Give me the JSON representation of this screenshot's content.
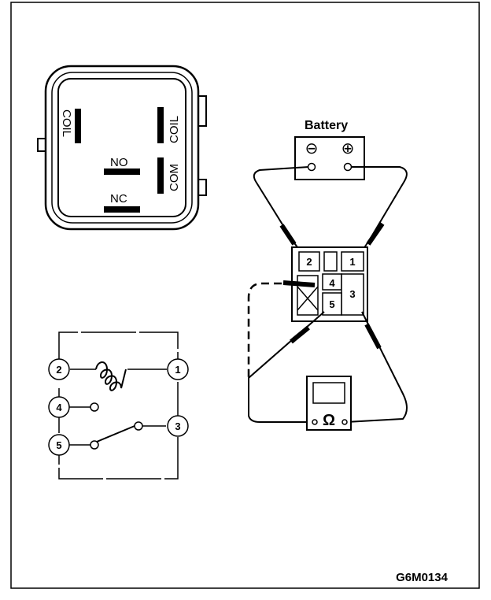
{
  "relay_top_view": {
    "coil_left_label": "COIL",
    "coil_right_label": "COIL",
    "no_label": "NO",
    "nc_label": "NC",
    "com_label": "COM"
  },
  "schematic": {
    "terminals": [
      "2",
      "1",
      "4",
      "5",
      "3"
    ]
  },
  "test_setup": {
    "battery_label": "Battery",
    "battery_negative": "⊖",
    "battery_positive": "⊕",
    "relay_terminals": [
      "2",
      "1",
      "4",
      "3",
      "5"
    ],
    "ohmmeter_symbol": "Ω"
  },
  "figure_id": "G6M0134"
}
